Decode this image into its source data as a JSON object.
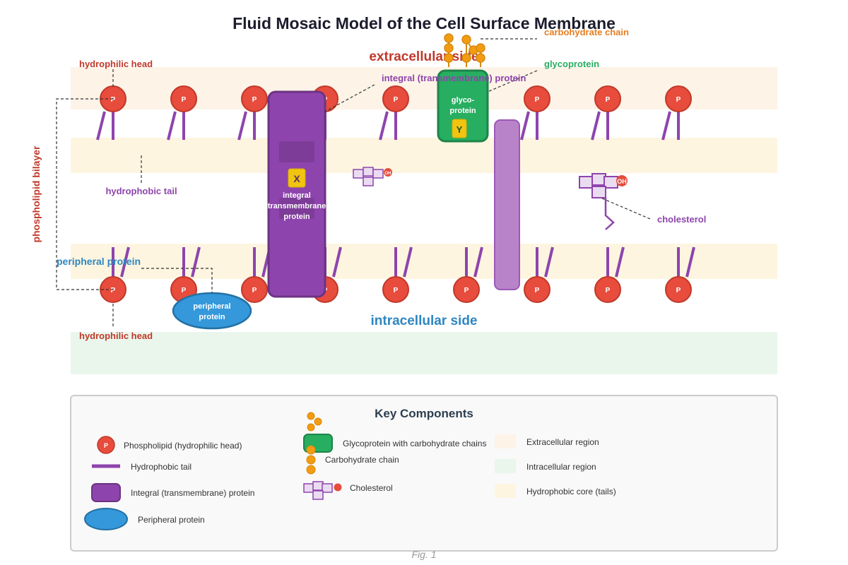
{
  "title": "Fluid Mosaic Model of the Cell Surface Membrane",
  "sides": {
    "extracellular": "extracellular side",
    "intracellular": "intracellular side"
  },
  "labels": {
    "hydrophilic_head_top": "hydrophilic head",
    "hydrophobic_tail": "hydrophobic tail",
    "phospholipid_bilayer": "phospholipid bilayer",
    "peripheral_protein": "peripheral protein",
    "hydrophilic_head_bottom": "hydrophilic head",
    "integral_protein": "integral (transmembrane) protein",
    "carbohydrate_chain": "carbohydrate chain",
    "glycoprotein": "glycoprotein",
    "cholesterol": "cholesterol"
  },
  "shapes": {
    "phosphate_symbol": "P",
    "integral_marker": "X",
    "integral_text": [
      "integral",
      "transmembrane",
      "protein"
    ],
    "glyco_marker": "Y",
    "glyco_text": [
      "glyco-",
      "protein"
    ],
    "peripheral_text": [
      "peripheral",
      "protein"
    ],
    "hydroxyl": "OH"
  },
  "legend": {
    "title": "Key Components",
    "items": {
      "phospholipid": "Phospholipid (hydrophilic head)",
      "tail": "Hydrophobic tail",
      "integral": "Integral (transmembrane) protein",
      "peripheral": "Peripheral protein",
      "glycoprotein": "Glycoprotein with carbohydrate chains",
      "carbohydrate": "Carbohydrate chain",
      "cholesterol": "Cholesterol",
      "extracellular": "Extracellular region",
      "intracellular": "Intracellular region",
      "core": "Hydrophobic core (tails)"
    }
  },
  "caption": "Fig. 1",
  "colors": {
    "phospholipid_head": "#e74c3c",
    "tail": "#8e44ad",
    "integral_protein": "#8e44ad",
    "glycoprotein": "#27ae60",
    "carbohydrate": "#f39c12",
    "peripheral_protein": "#3498db",
    "cholesterol": "#8e44ad",
    "extracellular_band": "#fdf3e7",
    "hydrophobic_band": "#fdf5e0",
    "intracellular_band": "#eaf6ec"
  }
}
